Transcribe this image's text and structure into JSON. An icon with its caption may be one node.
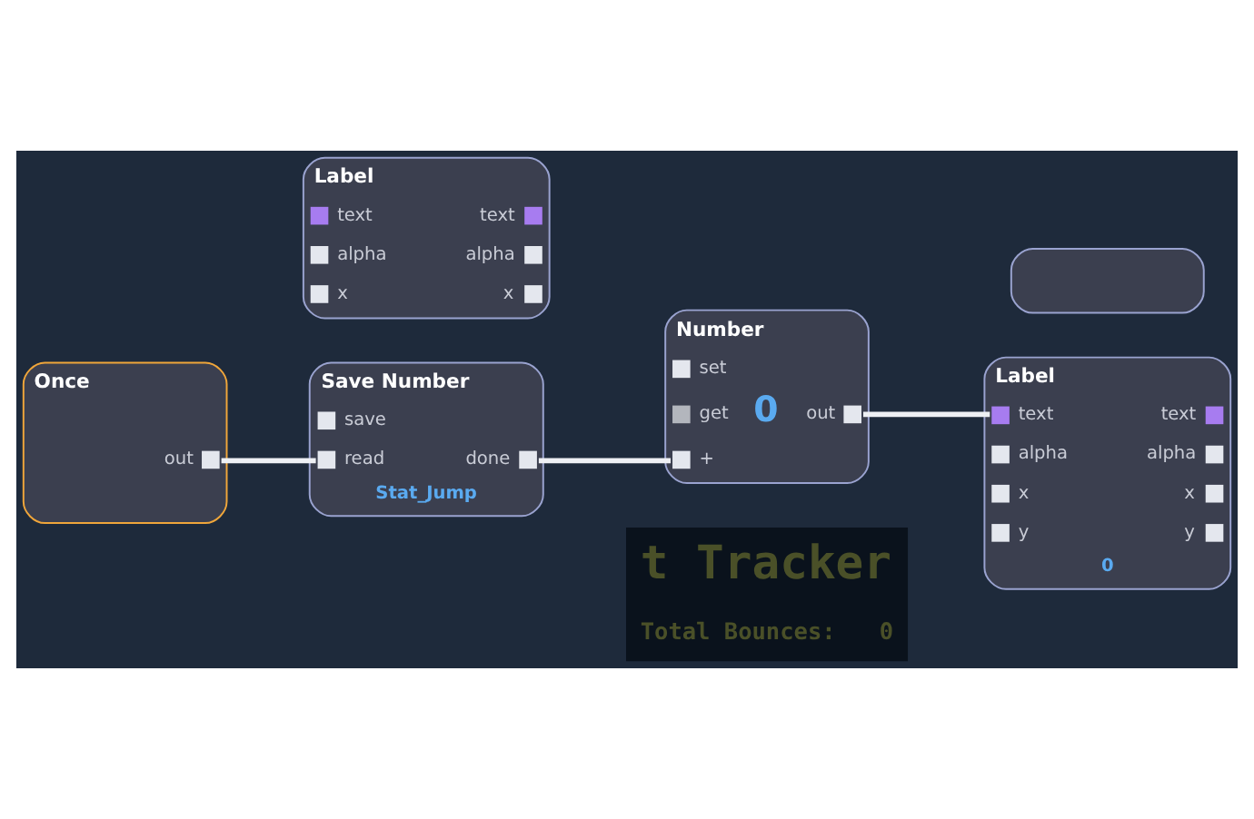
{
  "diagram": {
    "nodes": [
      {
        "text": [
          "t Tracker",
          "Total Bounces:",
          "0"
        ]
      },
      {
        "text": [
          "Number",
          "set",
          "get",
          "+",
          "0",
          "out"
        ]
      },
      {
        "text": [
          "Label",
          "text",
          "alpha",
          "x",
          "y",
          "text",
          "alpha",
          "x",
          "y",
          "0"
        ]
      },
      {
        "text": [
          "Once",
          "out"
        ]
      },
      {
        "text": [
          "Save Number",
          "save",
          "read",
          "done",
          "Stat_Jump"
        ]
      },
      {
        "text": [
          "Label",
          "text",
          "alpha",
          "x",
          "text",
          "alpha",
          "x"
        ]
      },
      {
        "text": [],
        "shape": "box"
      }
    ],
    "edges": [
      {
        "from": 1,
        "to": 2,
        "arrow": "none"
      },
      {
        "from": 3,
        "to": 4,
        "arrow": "none"
      },
      {
        "from": 4,
        "to": 1,
        "arrow": "none"
      }
    ]
  }
}
